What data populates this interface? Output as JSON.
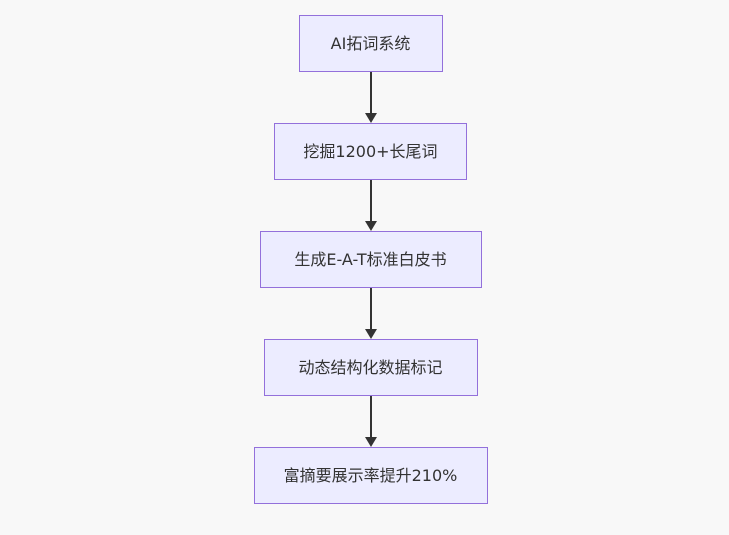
{
  "theme": {
    "background": "#f8f8f8",
    "node-fill": "#ECECFF",
    "node-border": "#9370DB",
    "text-color": "#333333",
    "arrow-color": "#333333"
  },
  "diagram": {
    "type": "flowchart",
    "direction": "top-down",
    "nodes": [
      {
        "id": "A",
        "label": "AI拓词系统"
      },
      {
        "id": "B",
        "label": "挖掘1200+长尾词"
      },
      {
        "id": "C",
        "label": "生成E-A-T标准白皮书"
      },
      {
        "id": "D",
        "label": "动态结构化数据标记"
      },
      {
        "id": "E",
        "label": "富摘要展示率提升210%"
      }
    ],
    "edges": [
      {
        "from": "A",
        "to": "B"
      },
      {
        "from": "B",
        "to": "C"
      },
      {
        "from": "C",
        "to": "D"
      },
      {
        "from": "D",
        "to": "E"
      }
    ]
  }
}
